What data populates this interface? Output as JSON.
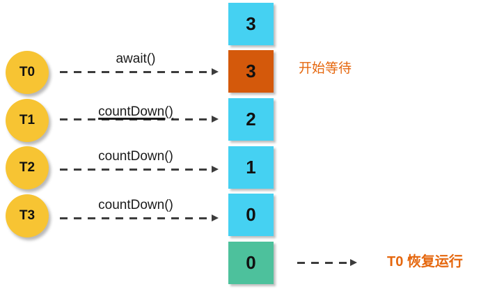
{
  "threads": [
    {
      "label": "T0",
      "call": "await()"
    },
    {
      "label": "T1",
      "call": "countDown()"
    },
    {
      "label": "T2",
      "call": "countDown()"
    },
    {
      "label": "T3",
      "call": "countDown()"
    }
  ],
  "latch_column": {
    "boxes": [
      {
        "value": "3",
        "color": "#45D1F2"
      },
      {
        "value": "3",
        "color": "#D4590B"
      },
      {
        "value": "2",
        "color": "#45D1F2"
      },
      {
        "value": "1",
        "color": "#45D1F2"
      },
      {
        "value": "0",
        "color": "#45D1F2"
      },
      {
        "value": "0",
        "color": "#4DC19C"
      }
    ]
  },
  "annotations": {
    "waiting": "开始等待",
    "resume": "T0 恢复运行",
    "text_color": "#E5670E"
  },
  "colors": {
    "thread_circle": "#F7C433",
    "arrow": "#3C3C3C"
  }
}
